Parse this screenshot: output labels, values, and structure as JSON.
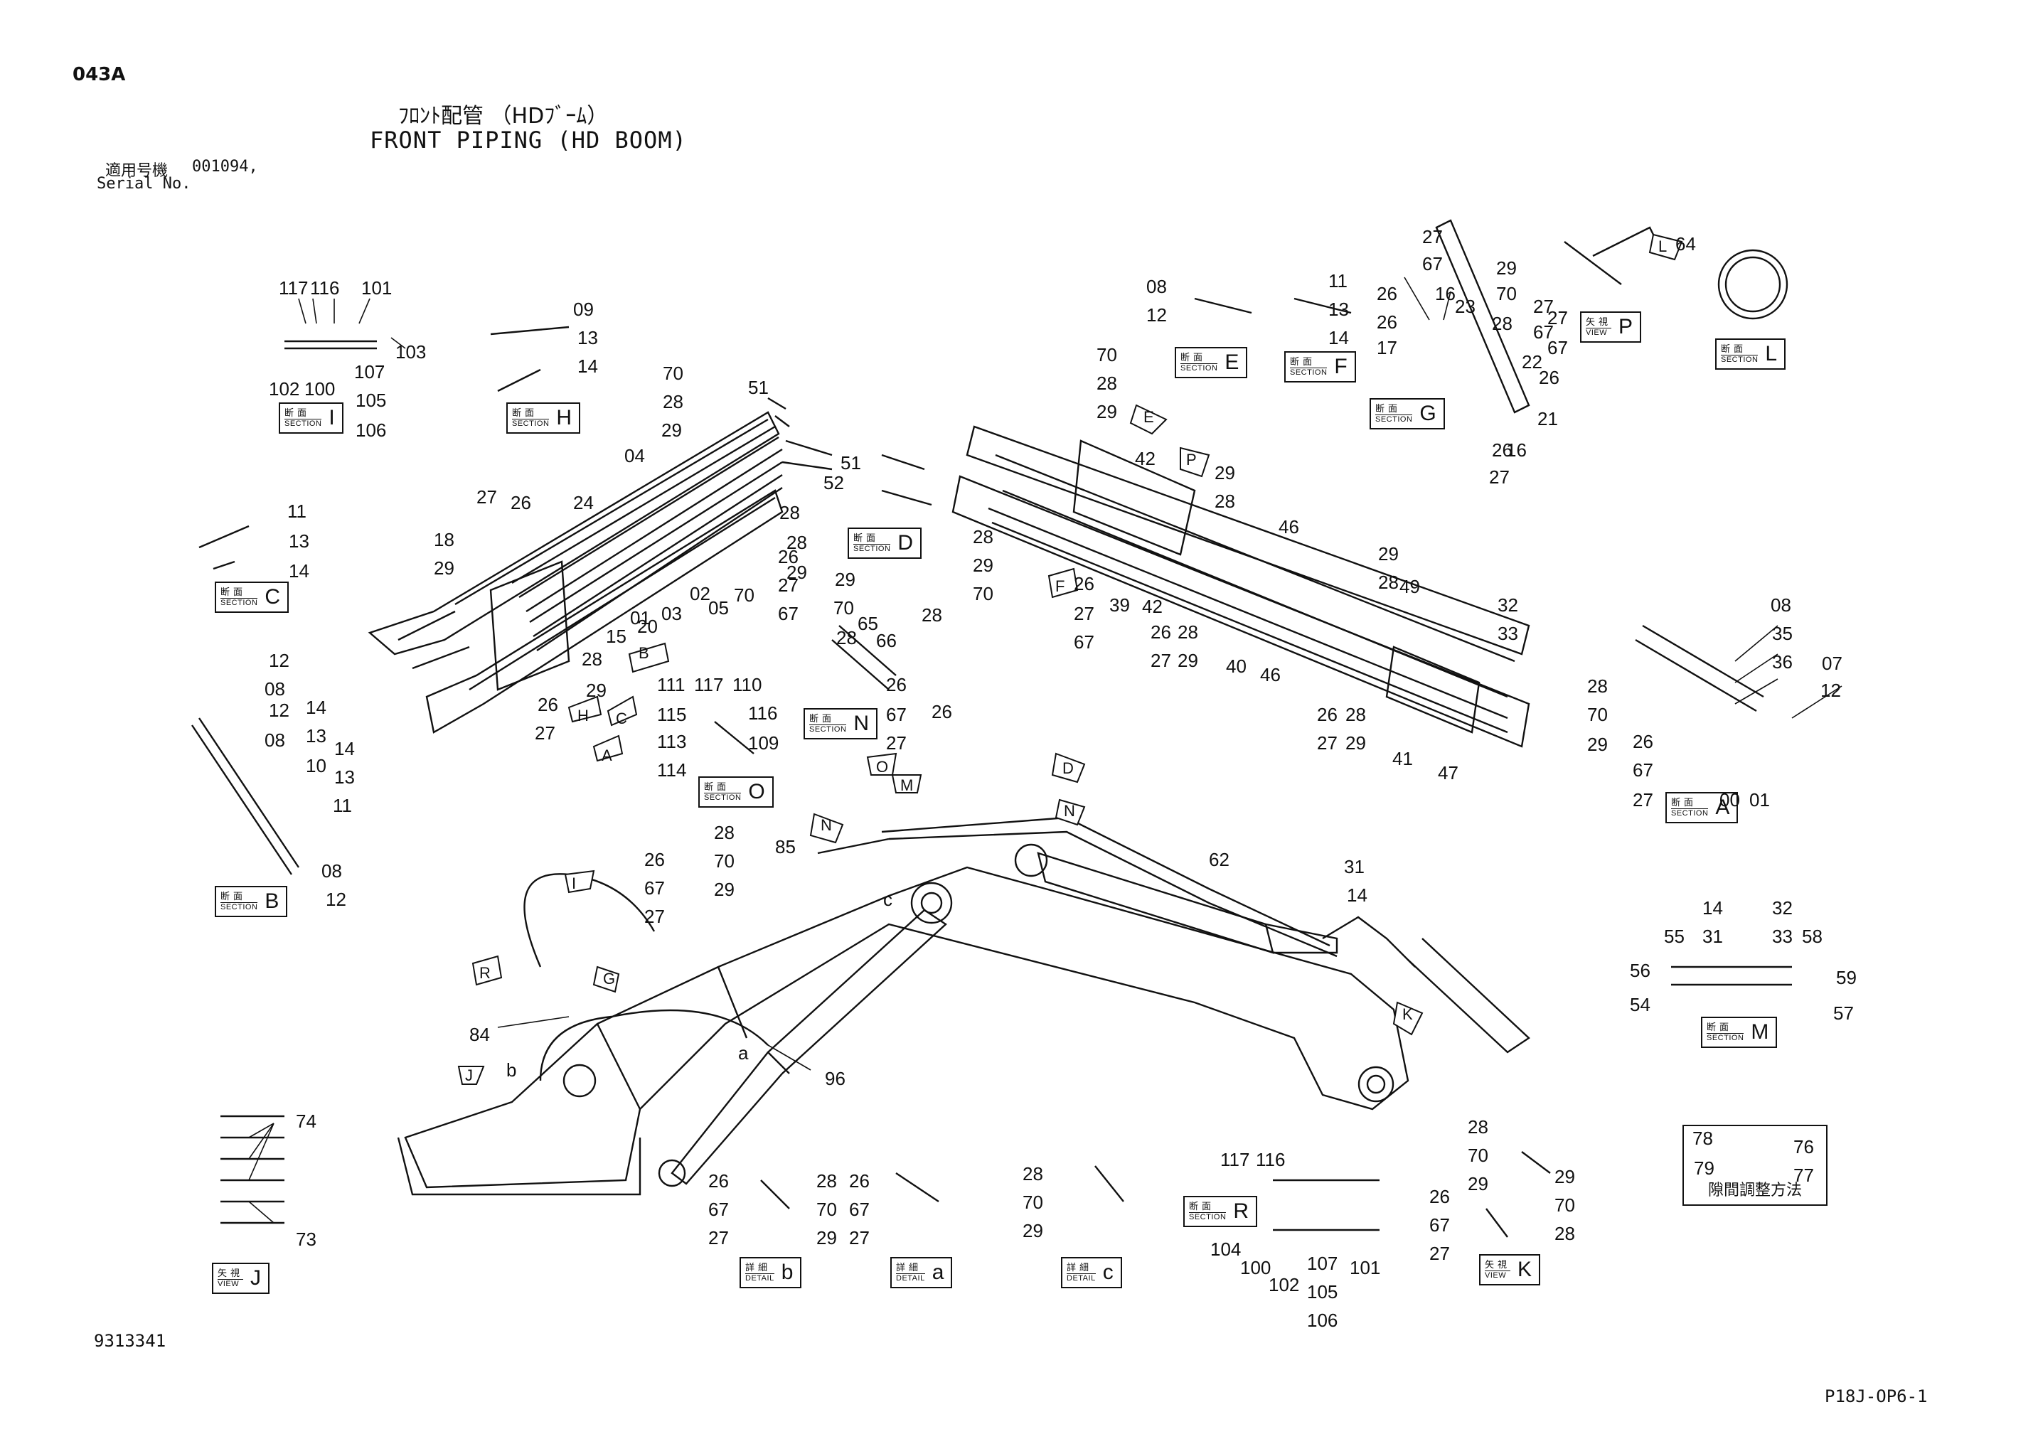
{
  "header": {
    "page_code": "043A",
    "title_jp": "ﾌﾛﾝﾄ配管 （HDﾌﾞｰﾑ）",
    "title_en": "FRONT PIPING (HD BOOM)",
    "serial_label_jp": "適用号機",
    "serial_value": "001094,",
    "serial_label_en": "Serial No."
  },
  "footer": {
    "drawing_number": "9313341",
    "page_ref": "P18J-OP6-1"
  },
  "labels": {
    "section_jp": "断面",
    "section_en": "SECTION",
    "view_jp": "矢視",
    "view_en": "VIEW",
    "detail_jp": "詳細",
    "detail_en": "DETAIL",
    "adjust_method": "隙間調整方法"
  },
  "sections": [
    "I",
    "H",
    "C",
    "B",
    "D",
    "N",
    "O",
    "E",
    "F",
    "G",
    "L",
    "A",
    "M",
    "R"
  ],
  "views": [
    "P",
    "J",
    "K"
  ],
  "details": [
    "b",
    "a",
    "c"
  ],
  "callouts": {
    "i": [
      "117",
      "116",
      "101",
      "103",
      "107",
      "102",
      "100",
      "105",
      "106"
    ],
    "h": [
      "09",
      "13",
      "14"
    ],
    "c": [
      "11",
      "13",
      "14"
    ],
    "b": [
      "12",
      "08",
      "12",
      "08",
      "14",
      "13",
      "10",
      "14",
      "13",
      "11",
      "08",
      "12"
    ],
    "upper_left": [
      "70",
      "28",
      "29",
      "51",
      "51",
      "52",
      "04",
      "24",
      "27",
      "26",
      "18",
      "29",
      "28",
      "28",
      "29",
      "70",
      "26",
      "27",
      "67",
      "02",
      "03",
      "05",
      "01",
      "20",
      "15",
      "28",
      "29",
      "26",
      "27"
    ],
    "d": [],
    "n": [
      "29",
      "70",
      "65",
      "28",
      "66",
      "26",
      "67",
      "27",
      "28",
      "26"
    ],
    "o": [
      "111",
      "117",
      "110",
      "115",
      "116",
      "113",
      "109",
      "114"
    ],
    "e": [
      "08",
      "12"
    ],
    "f": [
      "11",
      "13",
      "14"
    ],
    "g": [
      "27",
      "67",
      "26",
      "16",
      "23",
      "29",
      "70",
      "28",
      "27",
      "67",
      "27",
      "67",
      "26",
      "17",
      "22",
      "26",
      "21",
      "26",
      "16",
      "27"
    ],
    "l": [
      "64"
    ],
    "upper_right": [
      "70",
      "28",
      "29",
      "42",
      "29",
      "28",
      "46",
      "28",
      "29",
      "70",
      "26",
      "27",
      "67",
      "39",
      "42",
      "26",
      "28",
      "27",
      "29",
      "40",
      "46",
      "29",
      "28",
      "49",
      "32",
      "33",
      "26",
      "28",
      "27",
      "29",
      "41",
      "47"
    ],
    "a": [
      "08",
      "35",
      "36",
      "07",
      "12",
      "28",
      "70",
      "29",
      "26",
      "67",
      "27",
      "00",
      "01"
    ],
    "m": [
      "14",
      "31",
      "32",
      "33",
      "55",
      "58",
      "56",
      "59",
      "54",
      "57"
    ],
    "boom": [
      "26",
      "67",
      "27",
      "28",
      "70",
      "29",
      "85",
      "62",
      "31",
      "14",
      "84",
      "96"
    ],
    "j": [
      "74",
      "73"
    ],
    "det_b": [
      "26",
      "67",
      "27",
      "28",
      "70",
      "29"
    ],
    "det_a": [
      "26",
      "67",
      "27"
    ],
    "det_c": [
      "28",
      "70",
      "29"
    ],
    "r": [
      "117",
      "116",
      "104",
      "100",
      "102",
      "107",
      "105",
      "106",
      "101"
    ],
    "k": [
      "28",
      "70",
      "29",
      "29",
      "70",
      "28",
      "26",
      "67",
      "27"
    ],
    "adjust": [
      "78",
      "76",
      "79",
      "77"
    ],
    "boom_letters": [
      "c",
      "a",
      "b"
    ]
  },
  "arrow_letters": [
    "B",
    "H",
    "C",
    "A",
    "E",
    "P",
    "F",
    "L",
    "O",
    "M",
    "D",
    "N",
    "N",
    "I",
    "R",
    "G",
    "J",
    "K"
  ]
}
